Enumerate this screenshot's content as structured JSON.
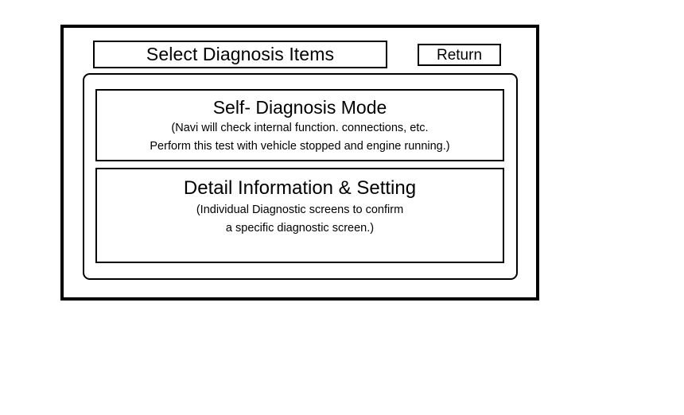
{
  "screen": {
    "frame_color": "#000000",
    "background_color": "#ffffff"
  },
  "header": {
    "title": "Select Diagnosis Items",
    "return_label": "Return"
  },
  "menu": {
    "options": [
      {
        "heading": "Self- Diagnosis Mode",
        "description_lines": [
          "(Navi will check internal function. connections, etc.",
          "Perform this test with vehicle stopped and engine running.)"
        ]
      },
      {
        "heading": "Detail Information & Setting",
        "description_lines": [
          "(Individual Diagnostic screens to confirm",
          "a specific diagnostic screen.)"
        ]
      }
    ]
  }
}
